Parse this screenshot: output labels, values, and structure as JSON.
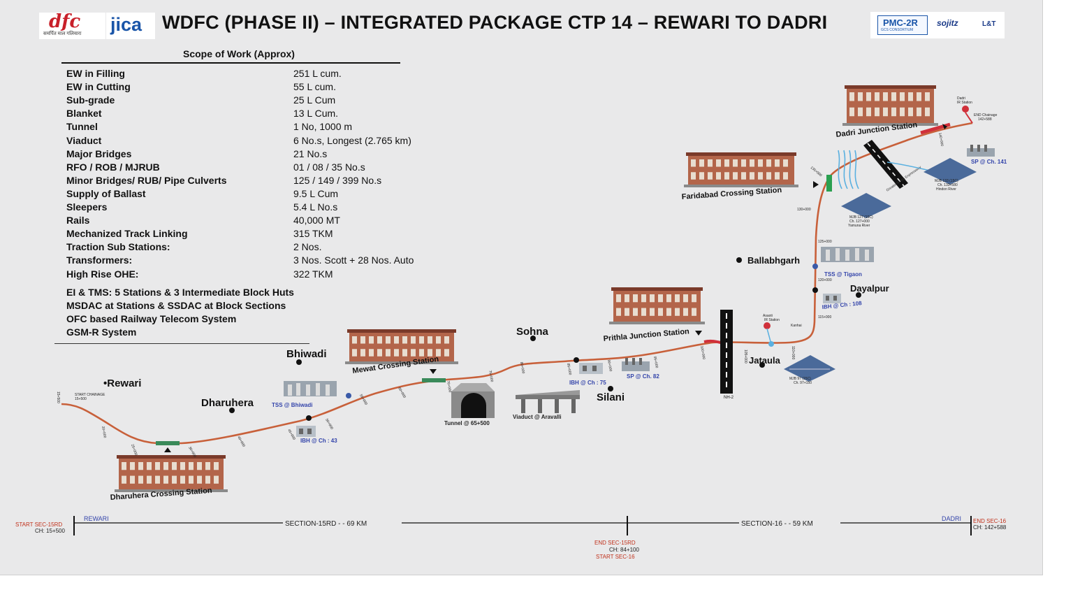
{
  "header": {
    "title": "WDFC (PHASE II) – INTEGRATED PACKAGE CTP 14 – REWARI TO DADRI",
    "dfc_logo_text": "dfc",
    "dfc_logo_subtext": "समर्पित माल गलियारा",
    "jica_logo": "jica",
    "pmc_logo": "PMC-2R",
    "pmc_sub": "GCS CONSORTIUM",
    "sojitz_logo": "sojitz",
    "lt_logo": "L&T"
  },
  "scope": {
    "title": "Scope of Work (Approx)",
    "rows": [
      {
        "item": "EW in Filling",
        "value": "251 L cum."
      },
      {
        "item": "EW in Cutting",
        "value": "55 L cum."
      },
      {
        "item": "Sub-grade",
        "value": "25 L Cum"
      },
      {
        "item": "Blanket",
        "value": "13 L Cum."
      },
      {
        "item": "Tunnel",
        "value": "1 No, 1000 m"
      },
      {
        "item": "Viaduct",
        "value": "6 No.s, Longest (2.765 km)"
      },
      {
        "item": "Major Bridges",
        "value": "21 No.s"
      },
      {
        "item": "RFO / ROB / MJRUB",
        "value": "01 / 08 / 35 No.s"
      },
      {
        "item": "Minor Bridges/ RUB/ Pipe Culverts",
        "value": "125 / 149 / 399 No.s"
      },
      {
        "item": "Supply of Ballast",
        "value": "9.5 L Cum"
      },
      {
        "item": "Sleepers",
        "value": "5.4 L No.s"
      },
      {
        "item": "Rails",
        "value": "40,000 MT"
      },
      {
        "item": "Mechanized Track Linking",
        "value": "315 TKM"
      },
      {
        "item": "Traction Sub Stations:",
        "value": "2 Nos."
      },
      {
        "item": "Transformers:",
        "value": "3 Nos. Scott + 28 Nos. Auto"
      },
      {
        "item": "High Rise OHE:",
        "value": "322 TKM"
      }
    ],
    "notes": [
      "EI & TMS: 5 Stations & 3 Intermediate Block Huts",
      "MSDAC at Stations & SSDAC at Block Sections",
      "OFC based Railway Telecom System",
      "GSM-R System"
    ]
  },
  "map": {
    "places": {
      "rewari": "•Rewari",
      "dharuhera": "Dharuhera",
      "bhiwadi": "Bhiwadi",
      "sohna": "Sohna",
      "silani": "Silani",
      "jataula": "Jataula",
      "ballabhgarh": "Ballabhgarh",
      "dayalpur": "Dayalpur"
    },
    "stations": {
      "dharuhera_crossing": "Dharuhera Crossing Station",
      "mewat_crossing": "Mewat Crossing Station",
      "prithla_junction": "Prithla Junction Station",
      "faridabad_crossing": "Faridabad Crossing Station",
      "dadri_junction": "Dadri Junction Station"
    },
    "facilities": {
      "tss_bhiwadi": "TSS @ Bhiwadi",
      "ibh_43": "IBH @ Ch : 43",
      "tunnel": "Tunnel @ 65+500",
      "viaduct": "Viaduct @ Aravalli",
      "ibh_75": "IBH @ Ch : 75",
      "sp_82": "SP @ Ch. 82",
      "ibh_108": "IBH @ Ch : 108",
      "tss_tigaon": "TSS @ Tigaon",
      "sp_141": "SP @ Ch. 141",
      "mjb_97": "MJB 97 (15C)",
      "mjb_97_ch": "Ch. 97+150",
      "mjb_127": "MJB 127 (15C)",
      "mjb_127_ch": "Ch. 127+000",
      "mjb_127_river": "Yamuna River",
      "mjb_133": "MJB 133 (15C)",
      "mjb_133_ch": "Ch. 133+580",
      "mjb_133_river": "Hindon River",
      "nh2": "NH-2",
      "asaoti": "Asaoti",
      "asaoti_sub": "IR Station",
      "dadri_ir": "Dadri",
      "dadri_ir_sub": "IR Station",
      "end_chainage": "END Chainage",
      "end_chainage_val": "142+588",
      "start_chainage": "START CHAINAGE",
      "start_chainage_val": "15+500",
      "greater_noida": "Greater Noida Expressway",
      "kanhai": "Kanhai"
    },
    "chainages": [
      "15+500",
      "20+000",
      "25+000",
      "30+000",
      "40+000",
      "45+000",
      "50+000",
      "55+000",
      "60+000",
      "70+000",
      "75+000",
      "80+000",
      "85+000",
      "90+000",
      "95+000",
      "100+000",
      "105+000",
      "110+000",
      "115+000",
      "120+000",
      "125+000",
      "130+000",
      "135+000",
      "140+000"
    ]
  },
  "sections": {
    "rewari": "REWARI",
    "dadri": "DADRI",
    "start_15rd": "START SEC-15RD",
    "start_15rd_ch": "CH: 15+500",
    "sec15_label": "SECTION-15RD - - 69 KM",
    "sec16_label": "SECTION-16 - - 59 KM",
    "end_15rd": "END SEC-15RD",
    "end_15rd_ch": "CH: 84+100",
    "start_16": "START SEC-16",
    "end_16": "END SEC-16",
    "end_16_ch": "CH: 142+588"
  },
  "colors": {
    "route": "#c8603a",
    "red": "#d0303a",
    "blue_label": "#3344aa",
    "section_red": "#c0301a"
  }
}
